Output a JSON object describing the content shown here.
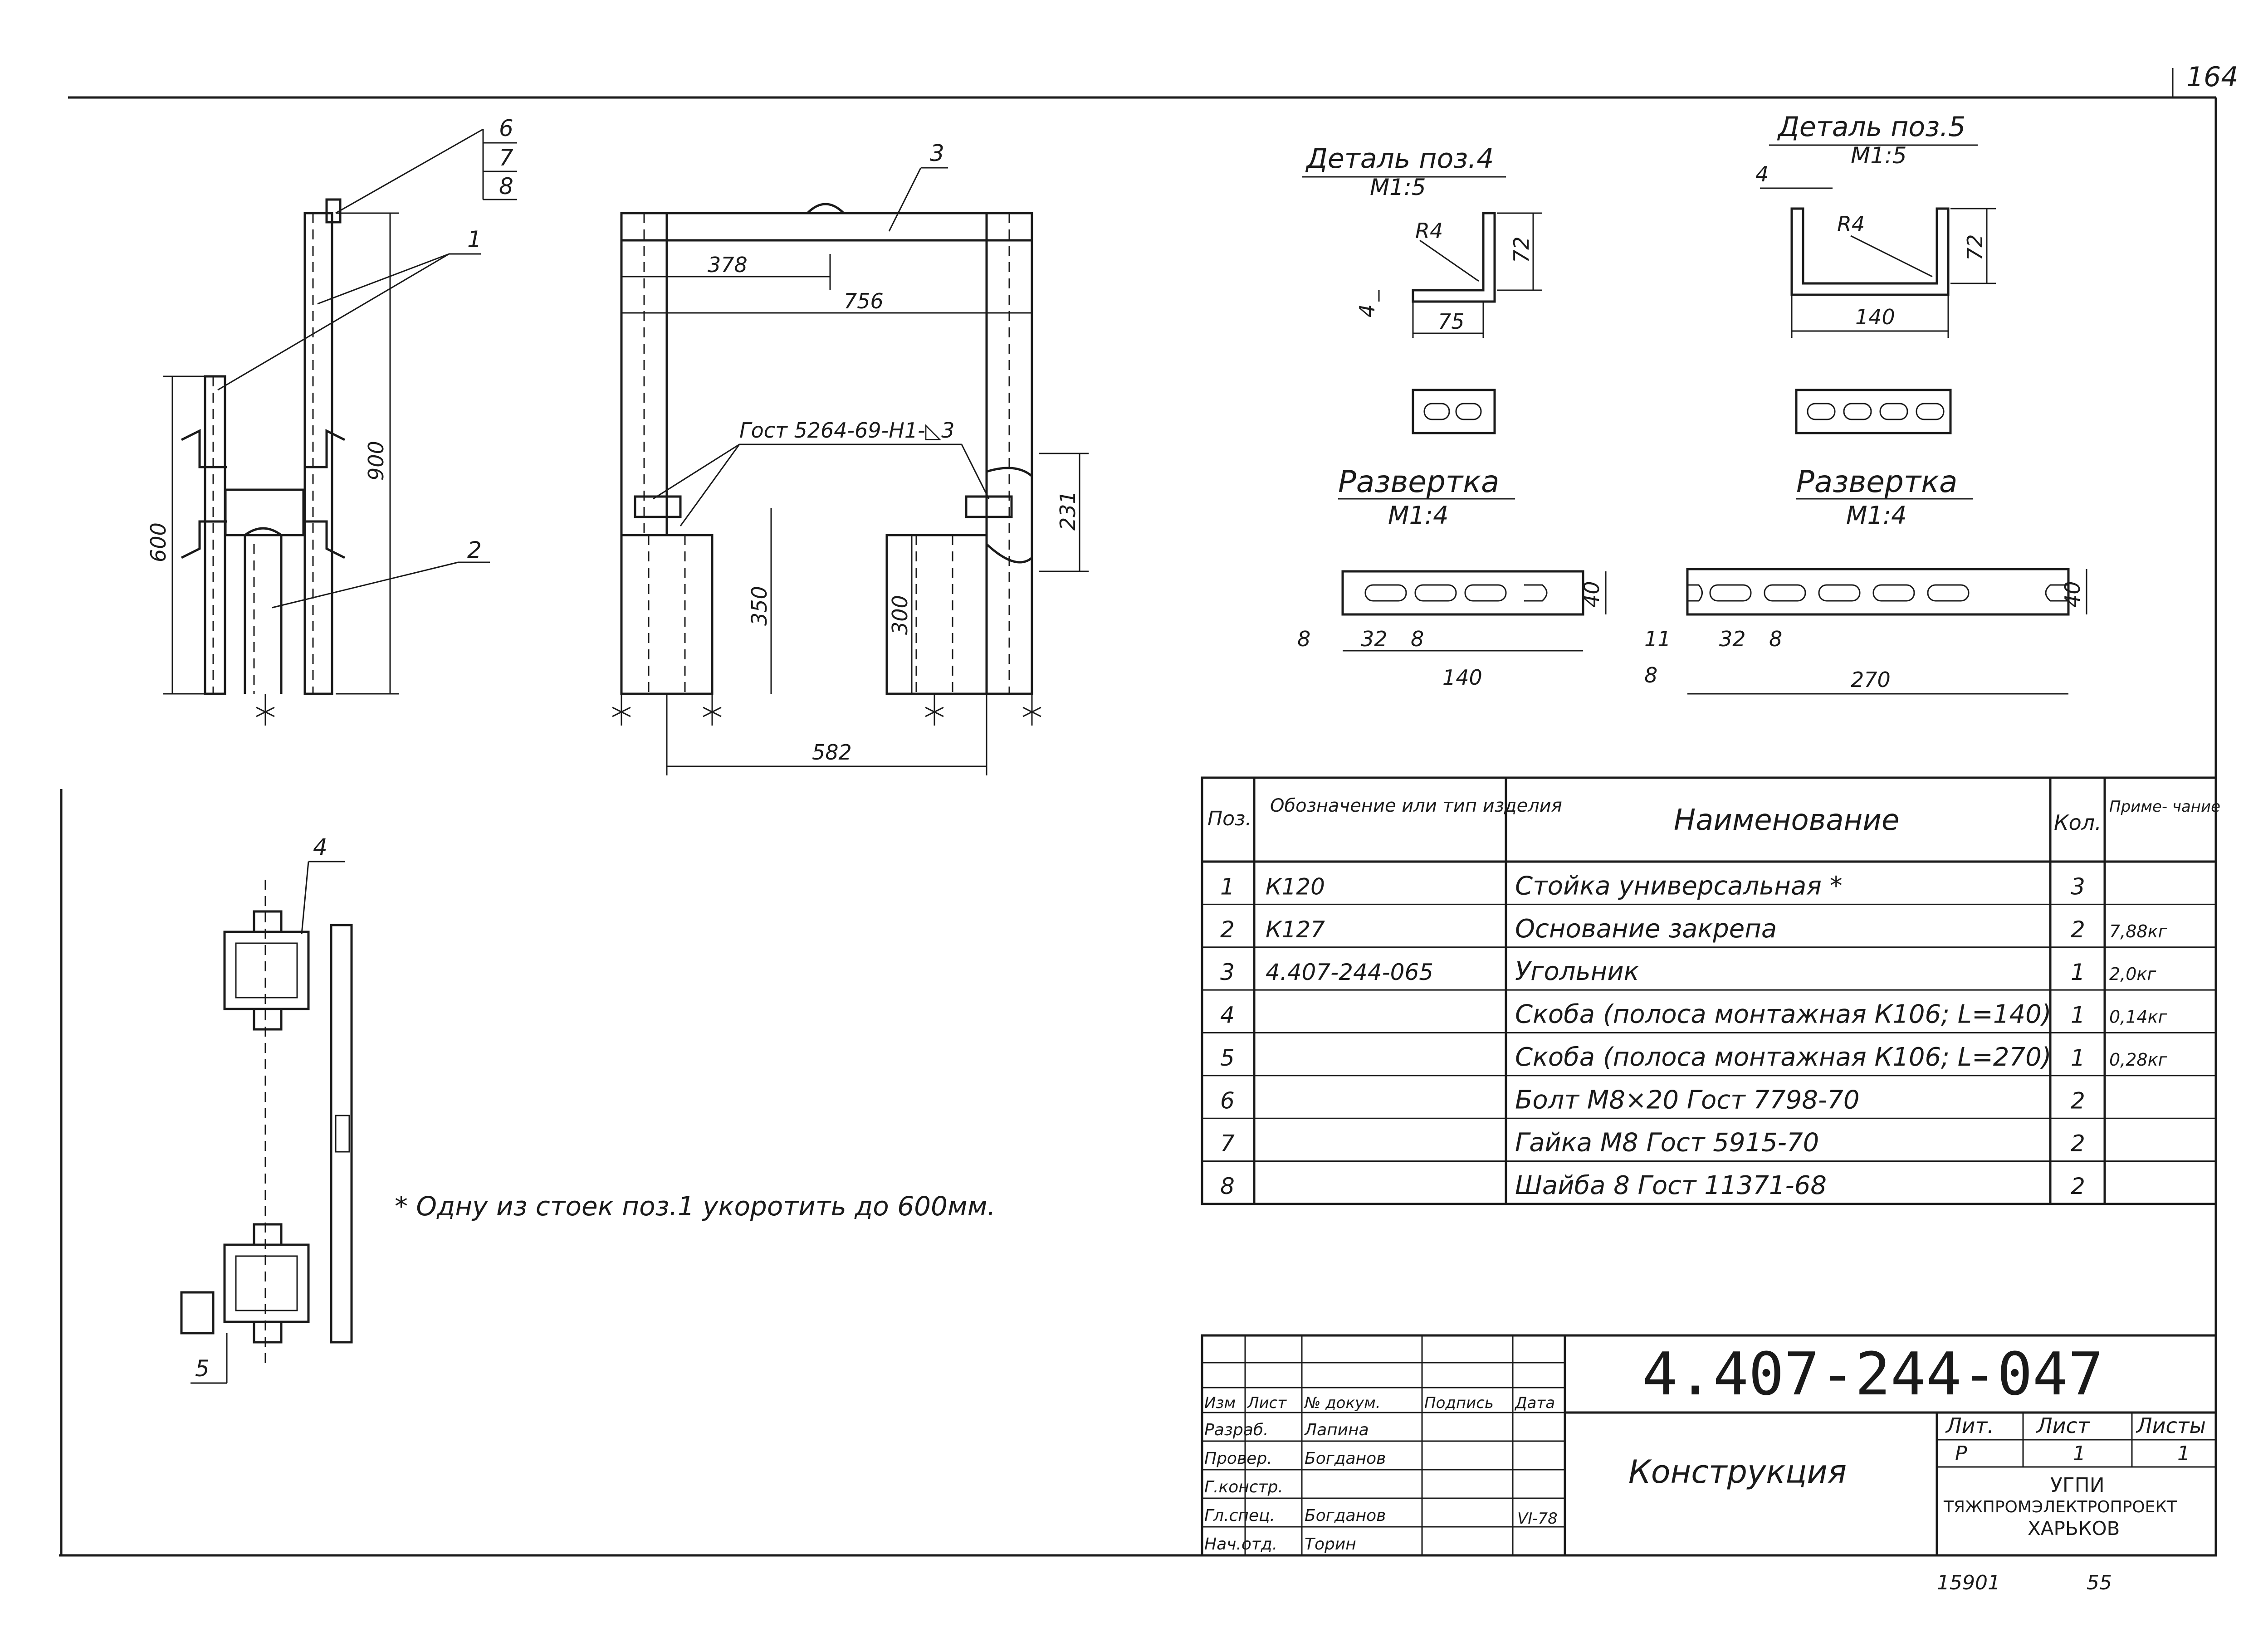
{
  "sheet": {
    "page_number": "164",
    "footer_left": "15901",
    "footer_right": "55"
  },
  "left_view": {
    "callouts": [
      "6",
      "7",
      "8",
      "1",
      "2"
    ],
    "dims": {
      "height_full": "900",
      "height_short": "600"
    }
  },
  "front_view": {
    "callout": "3",
    "dims": {
      "half_width": "378",
      "width": "756",
      "h1": "231",
      "h2": "350",
      "h3": "300",
      "base": "582"
    },
    "weld_note": "Гост 5264-69-Н1-◺3"
  },
  "detail4": {
    "title": "Деталь поз.4",
    "scale": "М1:5",
    "dims": {
      "radius": "R4",
      "height": "72",
      "thickness": "4",
      "length": "75"
    },
    "razvertka_title": "Развертка",
    "razvertka_scale": "М1:4",
    "razvertka_dims": {
      "a": "8",
      "b": "32",
      "c": "8",
      "length": "140",
      "width": "40"
    }
  },
  "detail5": {
    "title": "Деталь поз.5",
    "scale": "М1:5",
    "dims": {
      "radius": "R4",
      "height": "72",
      "thickness": "4",
      "length": "140"
    },
    "razvertka_title": "Развертка",
    "razvertka_scale": "М1:4",
    "razvertka_dims": {
      "a": "11",
      "b": "32",
      "c": "8",
      "d": "8",
      "length": "270",
      "width": "40"
    }
  },
  "plan_view": {
    "callouts": [
      "4",
      "5"
    ]
  },
  "note": "* Одну из стоек поз.1 укоротить до 600мм.",
  "spec_table": {
    "headers": {
      "pos": "Поз.",
      "designation": "Обозначение или тип изделия",
      "name": "Наименование",
      "qty": "Кол.",
      "note": "Приме- чание"
    },
    "rows": [
      {
        "pos": "1",
        "designation": "К120",
        "name": "Стойка универсальная *",
        "qty": "3",
        "note": ""
      },
      {
        "pos": "2",
        "designation": "К127",
        "name": "Основание закрепа",
        "qty": "2",
        "note": "7,88кг"
      },
      {
        "pos": "3",
        "designation": "4.407-244-065",
        "name": "Угольник",
        "qty": "1",
        "note": "2,0кг"
      },
      {
        "pos": "4",
        "designation": "",
        "name": "Скоба (полоса монтажная К106; L=140)",
        "qty": "1",
        "note": "0,14кг"
      },
      {
        "pos": "5",
        "designation": "",
        "name": "Скоба (полоса монтажная К106; L=270)",
        "qty": "1",
        "note": "0,28кг"
      },
      {
        "pos": "6",
        "designation": "",
        "name": "Болт М8×20 Гост 7798-70",
        "qty": "2",
        "note": ""
      },
      {
        "pos": "7",
        "designation": "",
        "name": "Гайка М8 Гост 5915-70",
        "qty": "2",
        "note": ""
      },
      {
        "pos": "8",
        "designation": "",
        "name": "Шайба 8 Гост 11371-68",
        "qty": "2",
        "note": ""
      }
    ]
  },
  "title_block": {
    "doc_number": "4.407-244-047",
    "doc_title": "Конструкция",
    "col_headers": [
      "Изм",
      "Лист",
      "№ докум.",
      "Подпись",
      "Дата"
    ],
    "roles": [
      {
        "role": "Разраб.",
        "name": "Лапина"
      },
      {
        "role": "Провер.",
        "name": "Богданов"
      },
      {
        "role": "Г.констр.",
        "name": ""
      },
      {
        "role": "Гл.спец.",
        "name": "Богданов"
      },
      {
        "role": "Нач.отд.",
        "name": "Торин"
      }
    ],
    "date": "VI-78",
    "lit_label": "Лит.",
    "lit_value": "Р",
    "sheet_label": "Лист",
    "sheet_value": "1",
    "sheets_label": "Листы",
    "sheets_value": "1",
    "org_line1": "УГПИ",
    "org_line2": "ТЯЖПРОМЭЛЕКТРОПРОЕКТ",
    "org_line3": "ХАРЬКОВ"
  }
}
